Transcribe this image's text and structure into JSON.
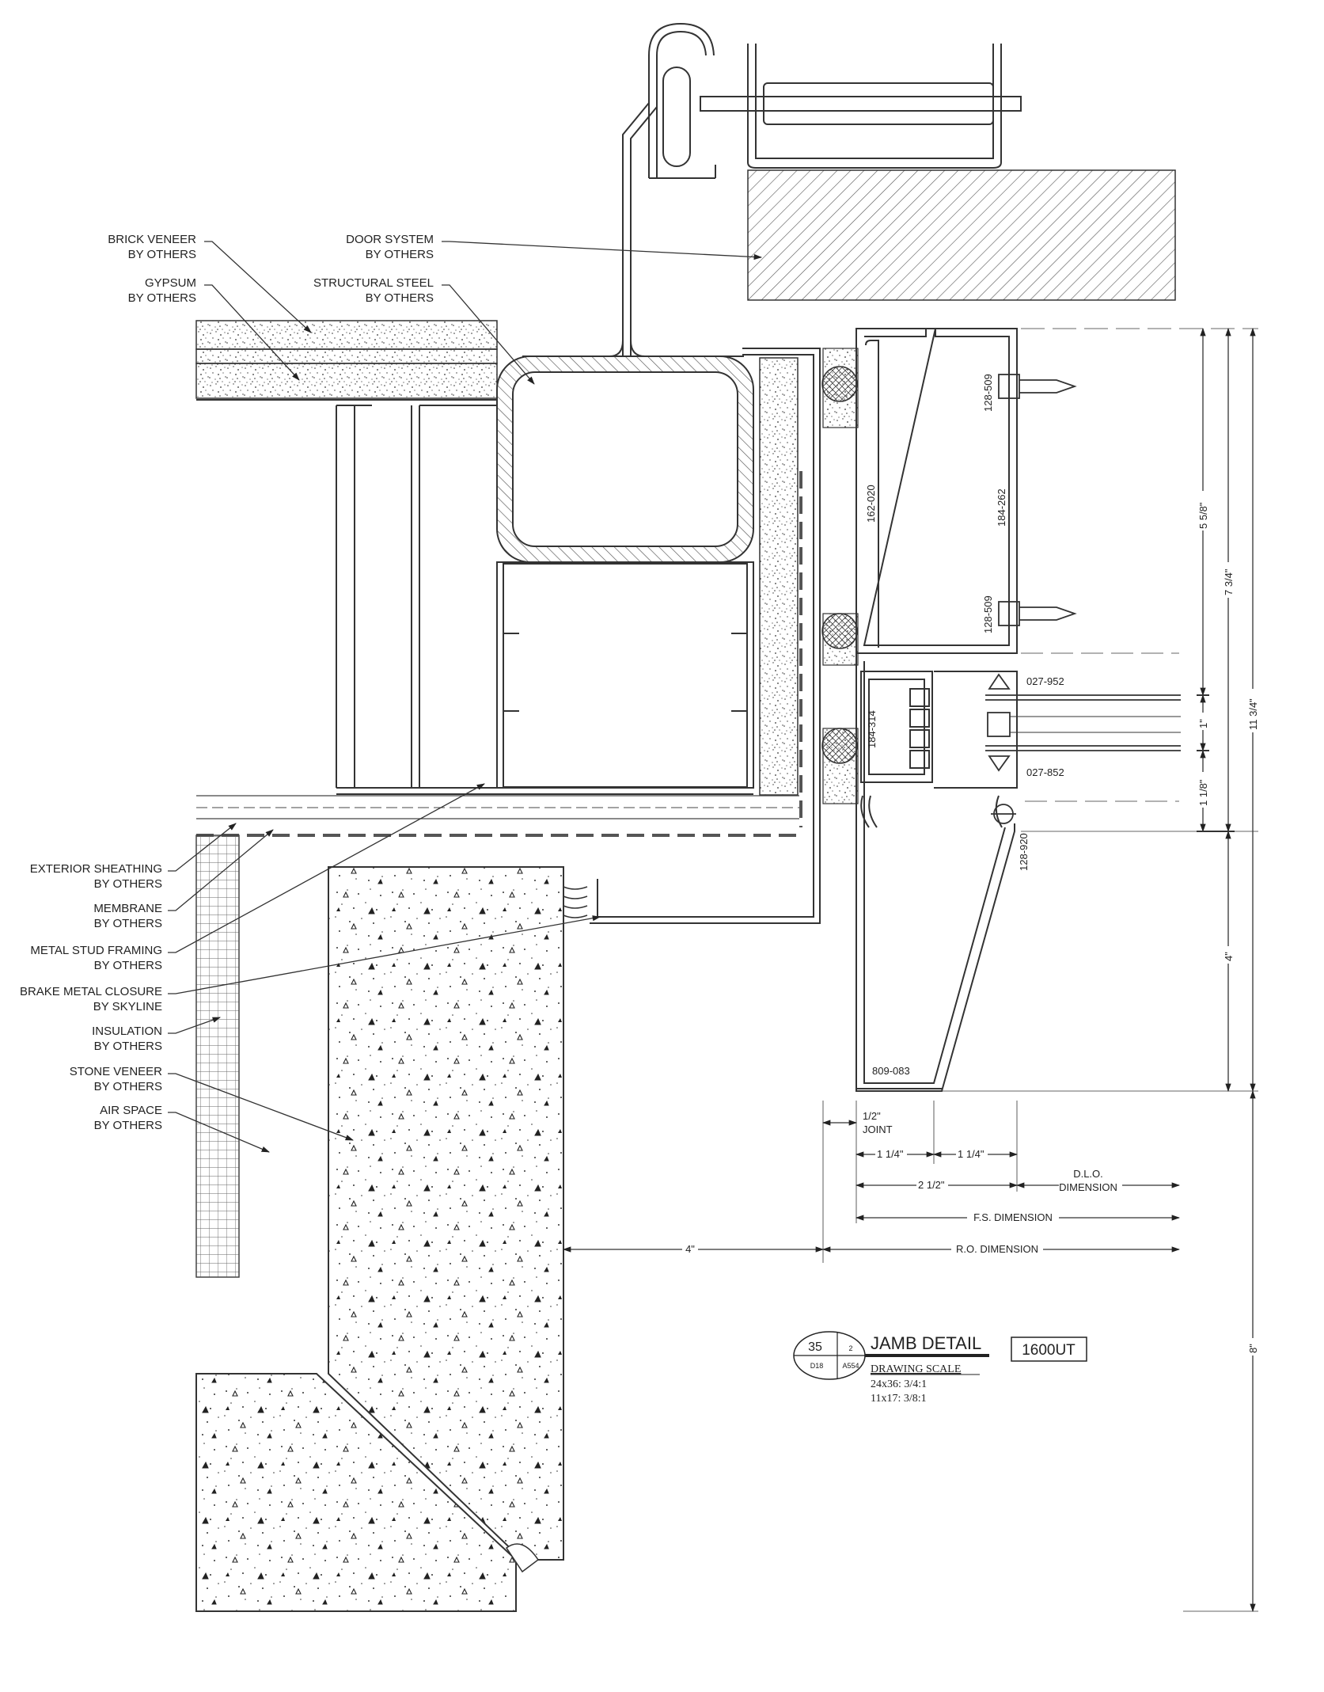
{
  "labels": {
    "brick_veneer": [
      "BRICK VENEER",
      "BY OTHERS"
    ],
    "gypsum": [
      "GYPSUM",
      "BY OTHERS"
    ],
    "door_system": [
      "DOOR SYSTEM",
      "BY OTHERS"
    ],
    "structural_steel": [
      "STRUCTURAL STEEL",
      "BY OTHERS"
    ],
    "exterior_sheathing": [
      "EXTERIOR SHEATHING",
      "BY OTHERS"
    ],
    "membrane": [
      "MEMBRANE",
      "BY OTHERS"
    ],
    "metal_stud_framing": [
      "METAL STUD FRAMING",
      "BY OTHERS"
    ],
    "brake_metal_closure": [
      "BRAKE METAL CLOSURE",
      "BY SKYLINE"
    ],
    "insulation": [
      "INSULATION",
      "BY OTHERS"
    ],
    "stone_veneer": [
      "STONE VENEER",
      "BY OTHERS"
    ],
    "air_space": [
      "AIR SPACE",
      "BY OTHERS"
    ]
  },
  "parts": {
    "p128_509_top": "128-509",
    "p162_020": "162-020",
    "p184_262": "184-262",
    "p128_509_bottom": "128-509",
    "p027_952": "027-952",
    "p184_314": "184-314",
    "p027_852": "027-852",
    "p128_920": "128-920",
    "p809_083": "809-083"
  },
  "dimensions": {
    "d5_5_8": "5 5/8\"",
    "d7_3_4": "7 3/4\"",
    "d11_3_4": "11 3/4\"",
    "d1": "1\"",
    "d1_1_8": "1 1/8\"",
    "d4_vertical": "4\"",
    "d8": "8\"",
    "joint": [
      "1/2\"",
      "JOINT"
    ],
    "d1_1_4_a": "1 1/4\"",
    "d1_1_4_b": "1 1/4\"",
    "d2_1_2": "2 1/2\"",
    "dlo": [
      "D.L.O.",
      "DIMENSION"
    ],
    "fs": "F.S. DIMENSION",
    "ro": "R.O. DIMENSION",
    "d4_horizontal": "4\""
  },
  "title_block": {
    "detail_number": "35",
    "sheet_number": "2",
    "left_ref": "D18",
    "right_ref": "A554",
    "title": "JAMB DETAIL",
    "series": "1600UT",
    "scale_heading": "DRAWING SCALE",
    "scale_line_1": "24x36: 3/4:1",
    "scale_line_2": "11x17: 3/8:1"
  }
}
